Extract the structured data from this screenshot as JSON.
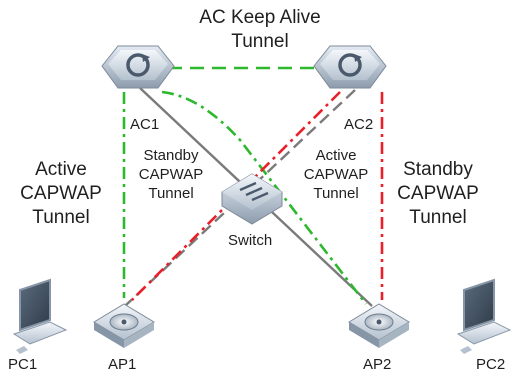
{
  "labels": {
    "keepalive_line1": "AC Keep Alive",
    "keepalive_line2": "Tunnel",
    "ac1": "AC1",
    "ac2": "AC2",
    "switch": "Switch",
    "ap1": "AP1",
    "ap2": "AP2",
    "pc1": "PC1",
    "pc2": "PC2",
    "active_left_line1": "Active",
    "active_left_line2": "CAPWAP",
    "active_left_line3": "Tunnel",
    "standby_mid_line1": "Standby",
    "standby_mid_line2": "CAPWAP",
    "standby_mid_line3": "Tunnel",
    "active_mid_line1": "Active",
    "active_mid_line2": "CAPWAP",
    "active_mid_line3": "Tunnel",
    "standby_right_line1": "Standby",
    "standby_right_line2": "CAPWAP",
    "standby_right_line3": "Tunnel"
  },
  "icons": {
    "ac1": "access-controller-icon",
    "ac2": "access-controller-icon",
    "switch": "switch-icon",
    "ap1": "access-point-icon",
    "ap2": "access-point-icon",
    "pc1": "laptop-icon",
    "pc2": "laptop-icon"
  },
  "colors": {
    "keepalive_tunnel": "#2db82d",
    "active_tunnel": "#2db82d",
    "standby_tunnel": "#e8202a",
    "physical_link": "#7a7a7a"
  }
}
